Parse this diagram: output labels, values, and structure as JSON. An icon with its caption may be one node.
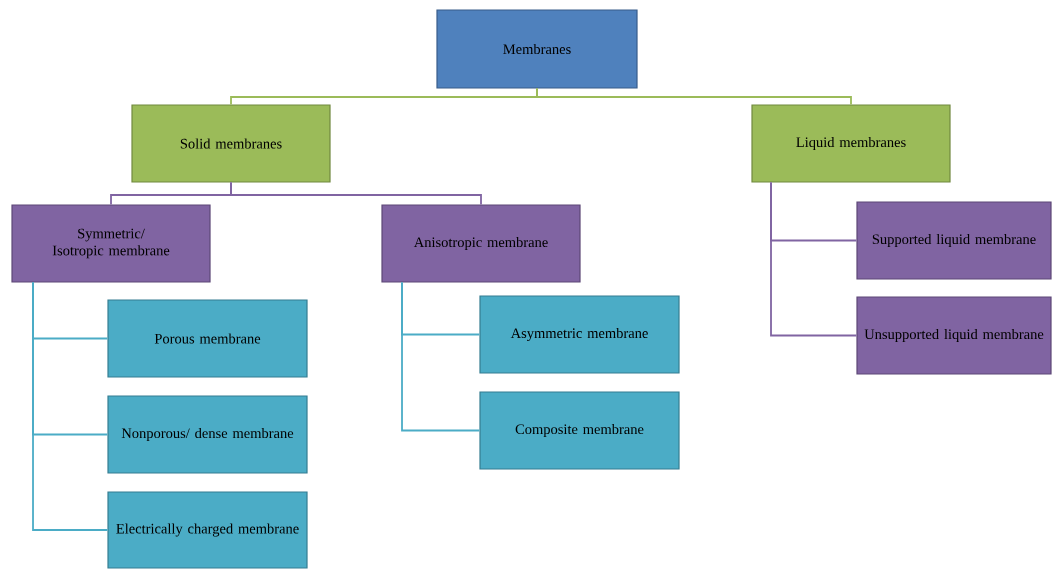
{
  "diagram": {
    "nodes": [
      {
        "text": [
          "Membranes"
        ]
      },
      {
        "text": [
          "Solid membranes"
        ]
      },
      {
        "text": [
          "Liquid membranes"
        ]
      },
      {
        "text": [
          "Symmetric/ Isotropic membrane"
        ]
      },
      {
        "text": [
          "Anisotropic membrane"
        ]
      },
      {
        "text": [
          "Porous membrane"
        ]
      },
      {
        "text": [
          "Nonporous/ dense membrane"
        ]
      },
      {
        "text": [
          "Electrically charged membrane"
        ]
      },
      {
        "text": [
          "Asymmetric membrane"
        ]
      },
      {
        "text": [
          "Composite membrane"
        ]
      },
      {
        "text": [
          "Supported liquid membrane"
        ]
      },
      {
        "text": [
          "Unsupported liquid membrane"
        ]
      }
    ],
    "edges": [
      {
        "from": 0,
        "to": 1,
        "arrow": "none",
        "color": "#9bbb59"
      },
      {
        "from": 0,
        "to": 2,
        "arrow": "none",
        "color": "#9bbb59"
      },
      {
        "from": 1,
        "to": 3,
        "arrow": "none",
        "color": "#8064a2"
      },
      {
        "from": 1,
        "to": 4,
        "arrow": "none",
        "color": "#8064a2"
      },
      {
        "from": 3,
        "to": 5,
        "arrow": "none",
        "color": "#4bacc6"
      },
      {
        "from": 3,
        "to": 6,
        "arrow": "none",
        "color": "#4bacc6"
      },
      {
        "from": 3,
        "to": 7,
        "arrow": "none",
        "color": "#4bacc6"
      },
      {
        "from": 4,
        "to": 8,
        "arrow": "none",
        "color": "#4bacc6"
      },
      {
        "from": 4,
        "to": 9,
        "arrow": "none",
        "color": "#4bacc6"
      },
      {
        "from": 2,
        "to": 10,
        "arrow": "none",
        "color": "#8064a2"
      },
      {
        "from": 2,
        "to": 11,
        "arrow": "none",
        "color": "#8064a2"
      }
    ]
  }
}
